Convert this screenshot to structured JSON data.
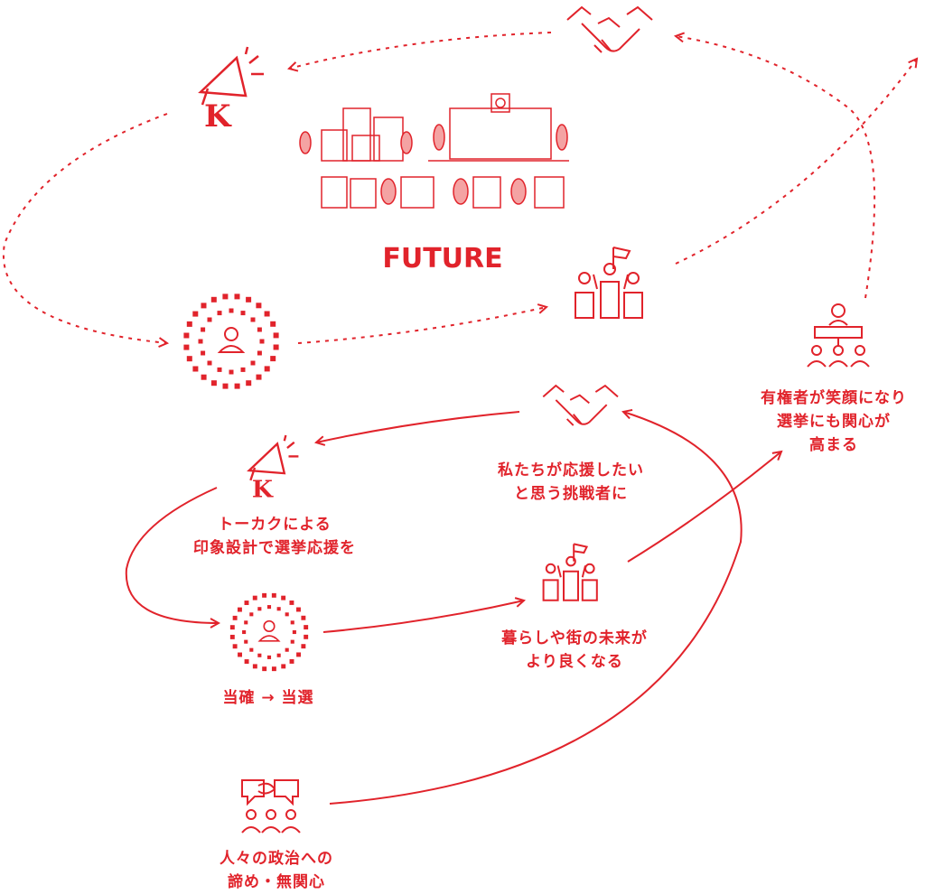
{
  "colors": {
    "accent": "#e1232b",
    "fill_light": "#f4a3a3",
    "background": "#ffffff"
  },
  "center_label": "FUTURE",
  "labels": {
    "toukaku_design": [
      "トーカクによる",
      "印象設計で選挙応援を"
    ],
    "elected": [
      "当確 → 当選"
    ],
    "want_to_support": [
      "私たちが応援したい",
      "と思う挑戦者に"
    ],
    "better_future": [
      "暮らしや街の未来が",
      "より良くなる"
    ],
    "voters_smile": [
      "有権者が笑顔になり",
      "選挙にも関心が",
      "高まる"
    ],
    "apathy": [
      "人々の政治への",
      "諦め・無関心"
    ]
  },
  "icons": [
    "handshake-icon",
    "megaphone-icon",
    "candidate-burst-icon",
    "cheering-people-icon",
    "audience-podium-icon",
    "speech-bubble-people-icon",
    "cityscape-illustration"
  ]
}
